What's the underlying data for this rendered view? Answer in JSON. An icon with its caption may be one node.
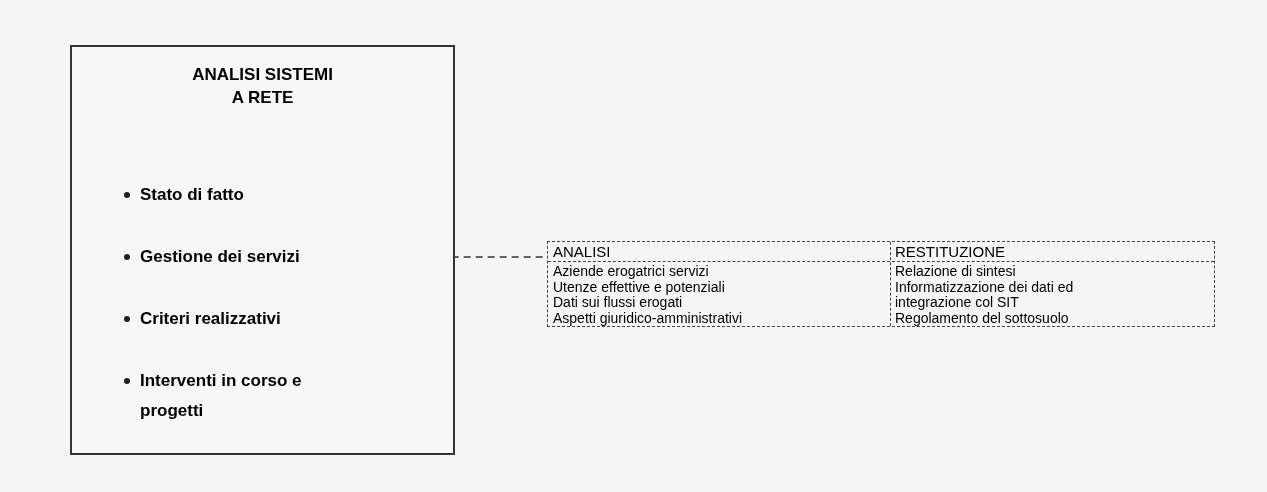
{
  "diagram": {
    "nodes": [
      {
        "text": [
          "ANALISI SISTEMI A RETE"
        ]
      },
      {
        "text": [
          "Stato di fatto"
        ],
        "in": 0
      },
      {
        "text": [
          "Gestione dei servizi"
        ],
        "in": 0
      },
      {
        "text": [
          "Criteri realizzativi"
        ],
        "in": 0
      },
      {
        "text": [
          "Interventi in corso e progetti"
        ],
        "in": 0
      },
      {
        "text": [
          "ANALISI",
          "RESTITUZIONE",
          "Aziende erogatrici servizi",
          "Utenze effettive e potenziali",
          "Dati sui flussi erogati",
          "Aspetti giuridico-amministrativi",
          "Relazione di sintesi",
          "Informatizzazione dei dati ed integrazione col SIT",
          "Regolamento del sottosuolo"
        ]
      }
    ],
    "edges": [
      {
        "from": 2,
        "to": 5,
        "arrow": "none",
        "style": "dashed"
      }
    ]
  }
}
